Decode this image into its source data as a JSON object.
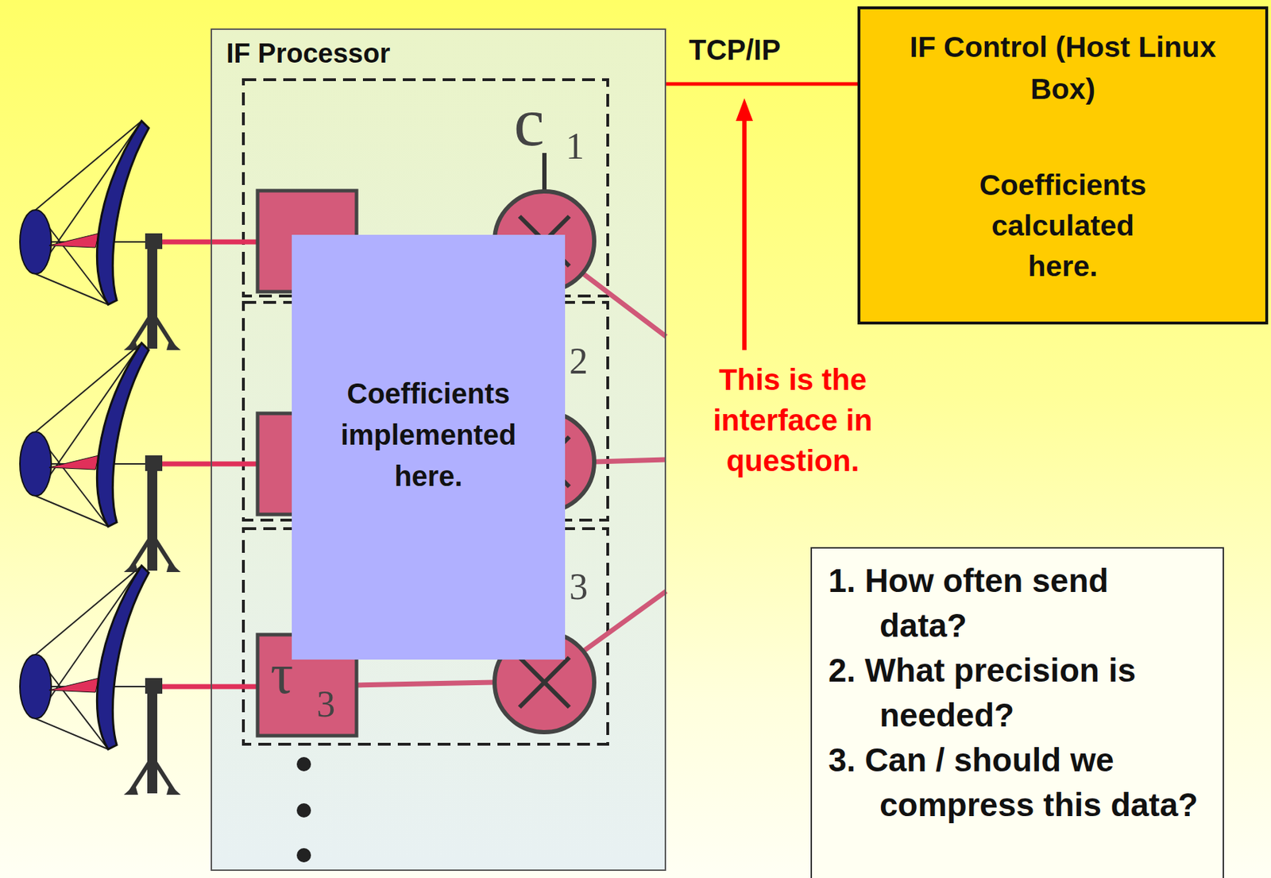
{
  "diagram": {
    "nodes": [
      {
        "text": [
          "IF Processor"
        ]
      },
      {
        "text": [
          "Coefficients implemented here."
        ],
        "in": 0
      },
      {
        "text": [
          "IF Control (Host Linux Box)",
          "Coefficients calculated here."
        ]
      },
      {
        "text": [
          "1. How often send data?",
          "2. What precision is needed?",
          "3. Can / should we compress this data?"
        ]
      }
    ],
    "edges": [
      {
        "from": 0,
        "to": 2,
        "arrow": "none",
        "label": "TCP/IP"
      }
    ],
    "labels": [
      "c",
      "1",
      "2",
      "3",
      "τ",
      "3",
      "This is the interface in question."
    ]
  }
}
